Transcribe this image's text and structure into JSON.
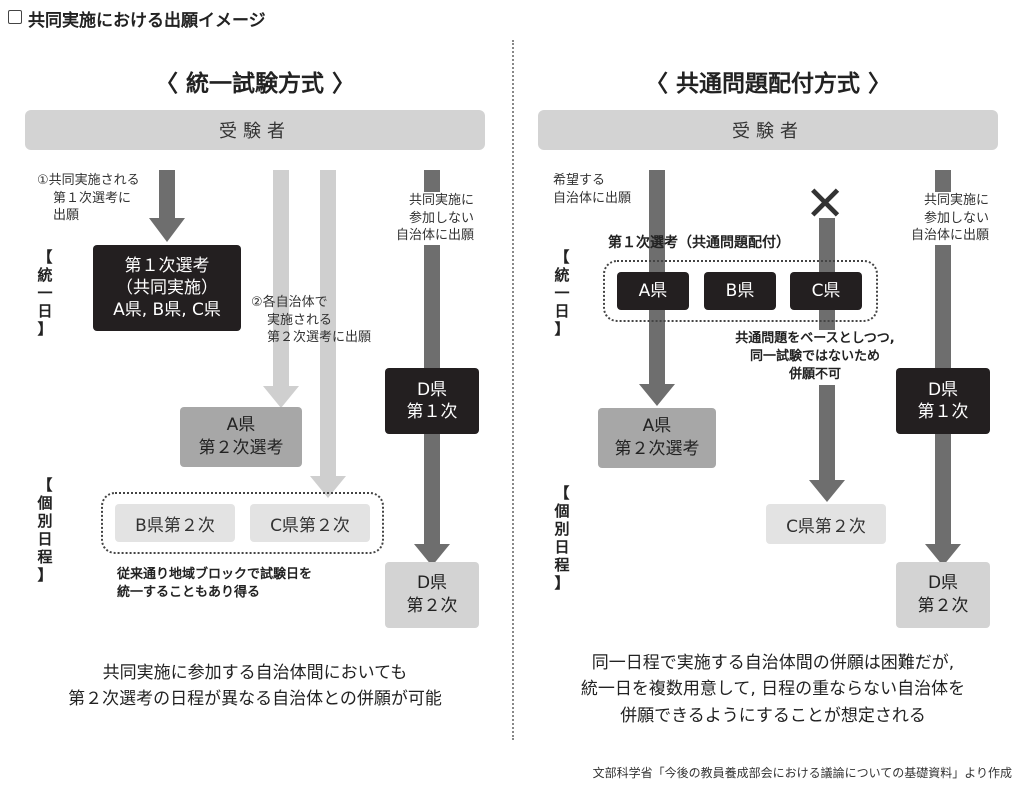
{
  "title": "共同実施における出願イメージ",
  "left": {
    "heading": "〈 統一試験方式 〉",
    "examinee": "受験者",
    "label_unified": [
      "【",
      "統",
      "一",
      "日",
      "】"
    ],
    "label_individual": [
      "【",
      "個",
      "別",
      "日",
      "程",
      "】"
    ],
    "note1": [
      "①共同実施される",
      "第１次選考に",
      "出願"
    ],
    "note2": [
      "②各自治体で",
      "実施される",
      "第２次選考に出願"
    ],
    "note3": [
      "共同実施に",
      "参加しない",
      "自治体に出願"
    ],
    "box_first": [
      "第１次選考",
      "（共同実施）",
      "A県, B県, C県"
    ],
    "box_a2": [
      "A県",
      "第２次選考"
    ],
    "box_b2": "B県第２次",
    "box_c2": "C県第２次",
    "box_d1": [
      "D県",
      "第１次"
    ],
    "box_d2": [
      "D県",
      "第２次"
    ],
    "block_note": [
      "従来通り地域ブロックで試験日を",
      "統一することもあり得る"
    ],
    "caption": [
      "共同実施に参加する自治体間においても",
      "第２次選考の日程が異なる自治体との併願が可能"
    ]
  },
  "right": {
    "heading": "〈 共通問題配付方式 〉",
    "examinee": "受験者",
    "label_unified": [
      "【",
      "統",
      "一",
      "日",
      "】"
    ],
    "label_individual": [
      "【",
      "個",
      "別",
      "日",
      "程",
      "】"
    ],
    "note_wish": [
      "希望する",
      "自治体に出願"
    ],
    "note_nonpart": [
      "共同実施に",
      "参加しない",
      "自治体に出願"
    ],
    "first_title": "第１次選考（共通問題配付）",
    "box_a": "A県",
    "box_b": "B県",
    "box_c": "C県",
    "cross_note": [
      "共通問題をベースとしつつ,",
      "同一試験ではないため",
      "併願不可"
    ],
    "box_a2": [
      "A県",
      "第２次選考"
    ],
    "box_c2": "C県第２次",
    "box_d1": [
      "D県",
      "第１次"
    ],
    "box_d2": [
      "D県",
      "第２次"
    ],
    "caption": [
      "同一日程で実施する自治体間の併願は困難だが,",
      "統一日を複数用意して, 日程の重ならない自治体を",
      "併願できるようにすることが想定される"
    ]
  },
  "source": "文部科学省「今後の教員養成部会における議論についての基礎資料」より作成",
  "colors": {
    "dark": "#231f20",
    "arrow_dark": "#6e6e6e",
    "arrow_light": "#cfcfcf",
    "box_mid": "#a7a7a7",
    "box_light": "#e3e3e3"
  }
}
